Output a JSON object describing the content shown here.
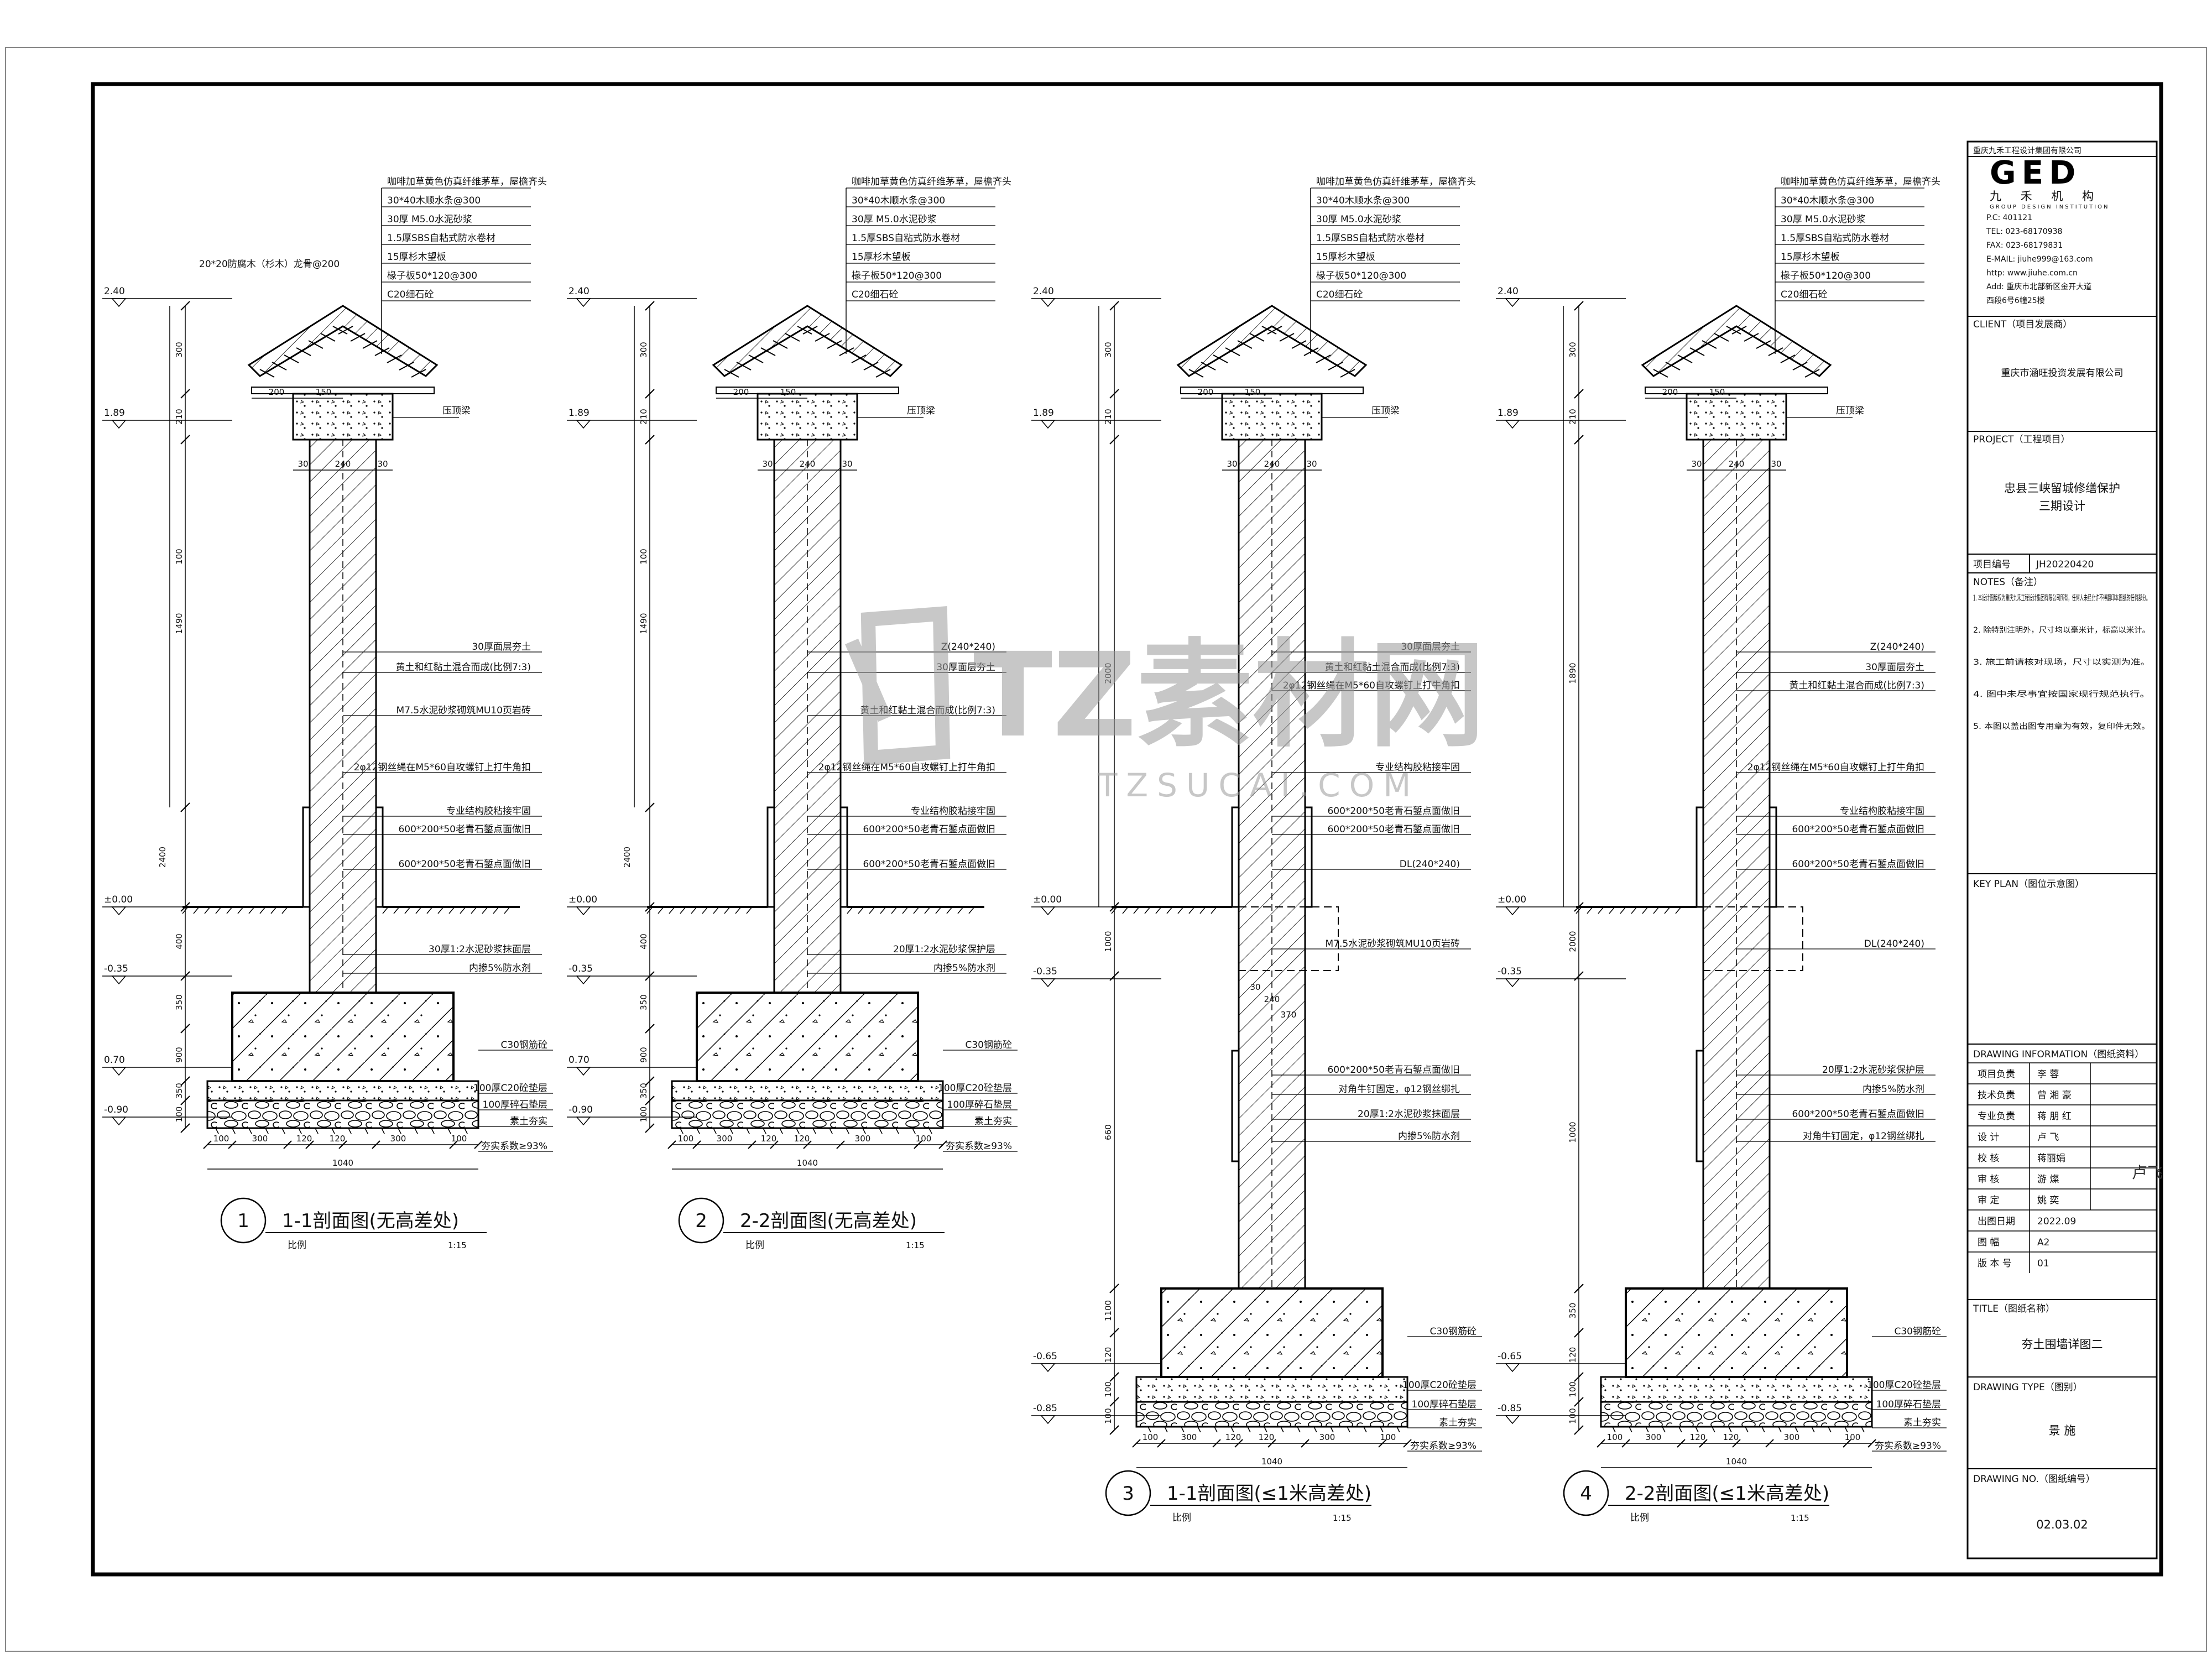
{
  "roof_notes": [
    "咖啡加草黄色仿真纤维茅草，屋檐齐头",
    "30*40木顺水条@300",
    "30厚 M5.0水泥砂浆",
    "1.5厚SBS自粘式防水卷材",
    "15厚杉木望板",
    "椽子板50*120@300",
    "C20细石砼"
  ],
  "dowel_note": "20*20防腐木（杉木）龙骨@200",
  "cap_beam": "压顶梁",
  "sections": [
    {
      "num": "1",
      "name": "1-1剖面图(无高差处)",
      "scale_label": "比例",
      "scale": "1:15",
      "elevations": [
        "2.40",
        "1.89",
        "±0.00",
        "-0.35",
        "0.70",
        "-0.90"
      ],
      "vdims": [
        "300",
        "210",
        "1490",
        "2400",
        "400",
        "350",
        "900",
        "350",
        "100",
        "100"
      ],
      "top_dims": [
        "200",
        "150",
        "30",
        "240",
        "30"
      ],
      "wall_notes": [
        "30厚面层夯土",
        "黄土和红黏土混合而成(比例7:3)",
        "M7.5水泥砂浆砌筑MU10页岩砖",
        "2φ12钢丝绳在M5*60自攻螺钉上打牛角扣",
        "专业结构胶粘接牢固",
        "600*200*50老青石錾点面做旧",
        "600*200*50老青石錾点面做旧",
        "30厚1:2水泥砂浆抹面层",
        "内掺5%防水剂"
      ],
      "footing_notes": [
        "C30钢筋砼",
        "100厚C20砼垫层",
        "100厚碎石垫层",
        "素土夯实",
        "夯实系数≥93%"
      ],
      "bottom_dims": [
        "100",
        "300",
        "120",
        "120",
        "300",
        "100"
      ],
      "total": "1040"
    },
    {
      "num": "2",
      "name": "2-2剖面图(无高差处)",
      "scale_label": "比例",
      "scale": "1:15",
      "elevations": [
        "2.40",
        "1.89",
        "±0.00",
        "-0.35",
        "0.70",
        "-0.90"
      ],
      "vdims": [
        "300",
        "210",
        "1490",
        "2400",
        "400",
        "350",
        "900",
        "350",
        "100",
        "100"
      ],
      "top_dims": [
        "200",
        "150",
        "30",
        "240",
        "30"
      ],
      "wall_notes": [
        "Z(240*240)",
        "30厚面层夯土",
        "黄土和红黏土混合而成(比例7:3)",
        "2φ12钢丝绳在M5*60自攻螺钉上打牛角扣",
        "专业结构胶粘接牢固",
        "600*200*50老青石錾点面做旧",
        "600*200*50老青石錾点面做旧",
        "20厚1:2水泥砂浆保护层",
        "内掺5%防水剂"
      ],
      "footing_notes": [
        "C30钢筋砼",
        "100厚C20砼垫层",
        "100厚碎石垫层",
        "素土夯实",
        "夯实系数≥93%"
      ],
      "bottom_dims": [
        "100",
        "300",
        "120",
        "120",
        "300",
        "100"
      ],
      "total": "1040"
    },
    {
      "num": "3",
      "name": "1-1剖面图(≤1米高差处)",
      "scale_label": "比例",
      "scale": "1:15",
      "elevations": [
        "2.40",
        "1.89",
        "±0.00",
        "-0.35",
        "-0.65",
        "-0.85"
      ],
      "vdims": [
        "300",
        "210",
        "2000",
        "1000",
        "660",
        "1100",
        "120",
        "100",
        "100"
      ],
      "top_dims": [
        "200",
        "150",
        "30",
        "240",
        "30"
      ],
      "wall_notes": [
        "30厚面层夯土",
        "黄土和红黏土混合而成(比例7:3)",
        "2φ12钢丝绳在M5*60自攻螺钉上打牛角扣",
        "专业结构胶粘接牢固",
        "600*200*50老青石錾点面做旧",
        "600*200*50老青石錾点面做旧",
        "DL(240*240)",
        "M7.5水泥砂浆砌筑MU10页岩砖",
        "600*200*50老青石錾点面做旧",
        "对角牛钉固定，φ12钢丝绑扎",
        "20厚1:2水泥砂浆抹面层",
        "内掺5%防水剂"
      ],
      "mid_dims": [
        "30",
        "240",
        "370"
      ],
      "footing_notes": [
        "C30钢筋砼",
        "100厚C20砼垫层",
        "100厚碎石垫层",
        "素土夯实",
        "夯实系数≥93%"
      ],
      "bottom_dims": [
        "100",
        "300",
        "120",
        "120",
        "300",
        "100"
      ],
      "total": "1040"
    },
    {
      "num": "4",
      "name": "2-2剖面图(≤1米高差处)",
      "scale_label": "比例",
      "scale": "1:15",
      "elevations": [
        "2.40",
        "1.89",
        "±0.00",
        "-0.35",
        "-0.65",
        "-0.85"
      ],
      "vdims": [
        "300",
        "210",
        "1890",
        "2000",
        "1000",
        "350",
        "120",
        "100",
        "100"
      ],
      "top_dims": [
        "200",
        "150",
        "30",
        "240",
        "30"
      ],
      "wall_notes": [
        "Z(240*240)",
        "30厚面层夯土",
        "黄土和红黏土混合而成(比例7:3)",
        "2φ12钢丝绳在M5*60自攻螺钉上打牛角扣",
        "专业结构胶粘接牢固",
        "600*200*50老青石錾点面做旧",
        "600*200*50老青石錾点面做旧",
        "DL(240*240)",
        "20厚1:2水泥砂浆保护层",
        "内掺5%防水剂",
        "600*200*50老青石錾点面做旧",
        "对角牛钉固定，φ12钢丝绑扎"
      ],
      "footing_notes": [
        "C30钢筋砼",
        "100厚C20砼垫层",
        "100厚碎石垫层",
        "素土夯实",
        "夯实系数≥93%"
      ],
      "bottom_dims": [
        "100",
        "300",
        "120",
        "120",
        "300",
        "100"
      ],
      "total": "1040"
    }
  ],
  "watermark": {
    "main": "TZ素材网",
    "sub": "TZSUCAI.COM"
  },
  "title_block": {
    "company_small": "重庆九禾工程设计集团有限公司",
    "logo": "GED",
    "logo_cn": "九 禾 机 构",
    "logo_en": "GROUP DESIGN INSTITUTION",
    "contact": [
      "P.C: 401121",
      "TEL: 023-68170938",
      "FAX: 023-68179831",
      "E-MAIL: jiuhe999@163.com",
      "http: www.jiuhe.com.cn",
      "Add: 重庆市北部新区金开大道",
      "西段6号6幢25楼"
    ],
    "client_label": "CLIENT（项目发展商）",
    "client": "重庆市涵旺投资发展有限公司",
    "project_label": "PROJECT（工程项目）",
    "project": [
      "忠县三峡留城修缮保护",
      "三期设计"
    ],
    "job_no_label": "项目编号",
    "job_no": "JH20220420",
    "notes_label": "NOTES（备注）",
    "notes": [
      "1. 本设计图版权为重庆九禾工程设计集团有限公司所有，任何人未经允许不得翻印本图纸的任何部分。",
      "2. 除特别注明外，尺寸均以毫米计，标高以米计。",
      "3. 施工前请核对现场，尺寸以实测为准。",
      "4. 图中未尽事宜按国家现行规范执行。",
      "5. 本图以盖出图专用章为有效，复印件无效。"
    ],
    "keyplan_label": "KEY PLAN（图位示意图）",
    "info_label": "DRAWING INFORMATION（图纸资料）",
    "info_rows": [
      {
        "k": "项目负责",
        "v": "李 蓉"
      },
      {
        "k": "技术负责",
        "v": "曾 湘 豪"
      },
      {
        "k": "专业负责",
        "v": "蒋 朋 红"
      },
      {
        "k": "设    计",
        "v": "卢 飞"
      },
      {
        "k": "校    核",
        "v": "蒋丽娟"
      },
      {
        "k": "审    核",
        "v": "游 燦"
      },
      {
        "k": "审    定",
        "v": "姚 奕"
      },
      {
        "k": "出图日期",
        "v": "2022.09"
      },
      {
        "k": "图    幅",
        "v": "A2"
      },
      {
        "k": "版 本 号",
        "v": "01"
      }
    ],
    "signature": "卢飞",
    "title_label": "TITLE（图纸名称）",
    "drawing_title": "夯土围墙详图二",
    "type_label": "DRAWING TYPE（图别）",
    "drawing_type": "景 施",
    "no_label": "DRAWING NO.（图纸编号）",
    "drawing_no": "02.03.02"
  }
}
